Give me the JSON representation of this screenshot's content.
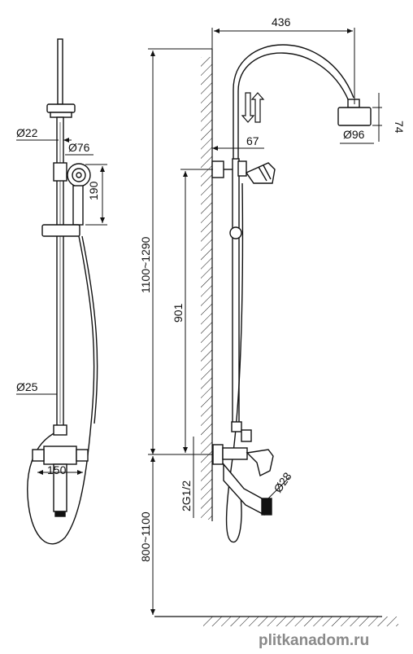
{
  "dimensions": {
    "d22": "Ø22",
    "d76": "Ø76",
    "h190": "190",
    "d25": "Ø25",
    "w150": "150",
    "w436": "436",
    "h74": "74",
    "d96": "Ø96",
    "w67": "67",
    "h901": "901",
    "h1100_1290": "1100~1290",
    "thread": "2G1/2",
    "d28": "Ø28",
    "h800_1100": "800~1100"
  },
  "watermark": "plitkanadom.ru",
  "colors": {
    "line": "#111111",
    "watermark": "#8a8a8a"
  }
}
